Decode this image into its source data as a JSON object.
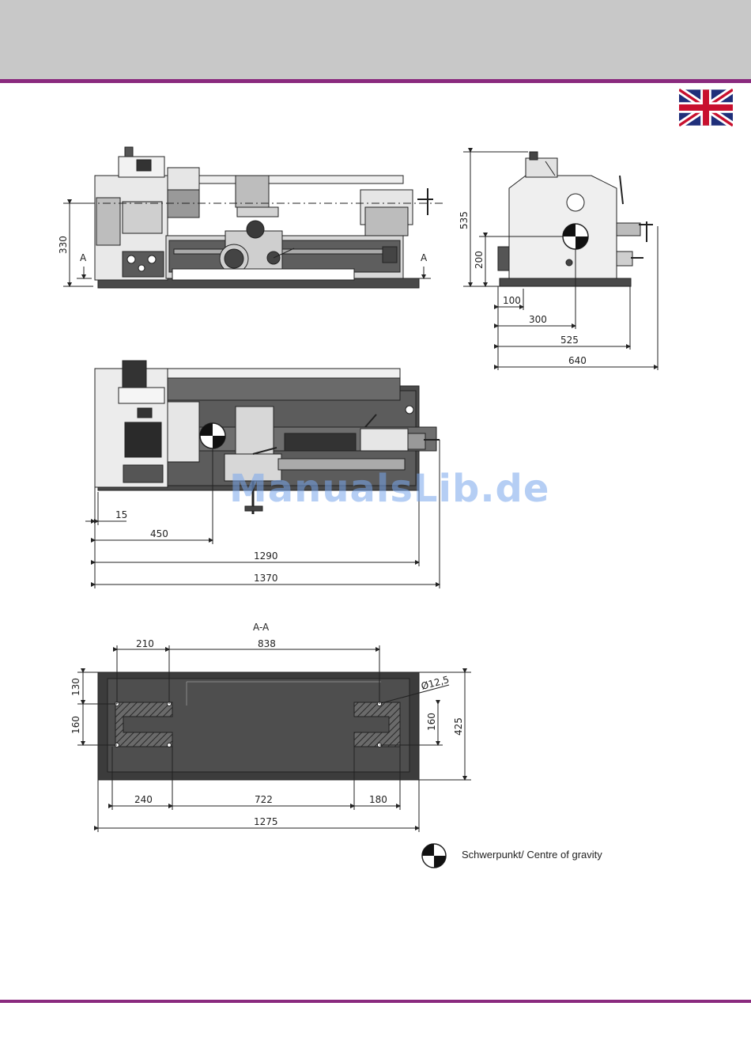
{
  "header": {
    "bar_color": "#c8c8c8",
    "rule_color": "#8a2a7e",
    "flag": "uk-flag-icon"
  },
  "front_view": {
    "dims": {
      "height": "330",
      "section_left": "A",
      "section_right": "A"
    }
  },
  "side_view": {
    "dims": {
      "height_total": "535",
      "height_cog": "200",
      "d100": "100",
      "d300": "300",
      "d525": "525",
      "d640": "640"
    }
  },
  "top_view": {
    "dims": {
      "d15": "15",
      "d450": "450",
      "d1290": "1290",
      "d1370": "1370"
    }
  },
  "section_view": {
    "title": "A-A",
    "dims": {
      "d210": "210",
      "d838": "838",
      "d130": "130",
      "d160_left": "160",
      "d160_right": "160",
      "d425": "425",
      "d240": "240",
      "d722": "722",
      "d180": "180",
      "d1275": "1275",
      "hole": "Ø12,5"
    }
  },
  "legend": {
    "label": "Schwerpunkt/ Centre of gravity",
    "icon": "centre-of-gravity-icon"
  },
  "watermark": "ManualsLib.de"
}
